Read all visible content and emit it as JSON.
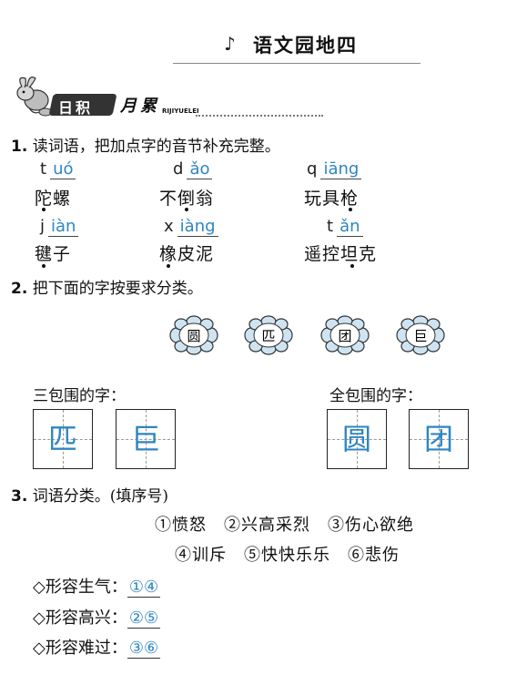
{
  "title": "语文园地四",
  "banner": {
    "main": "日积",
    "month": "月累",
    "pinyin": "RIJIYUELEI"
  },
  "q1": {
    "num": "1.",
    "text": "读词语，把加点字的音节补充完整。",
    "items": [
      {
        "initial": "t",
        "fill": "uó",
        "word": "陀螺"
      },
      {
        "initial": "d",
        "fill": "ǎo",
        "word": "不倒翁"
      },
      {
        "initial": "q",
        "fill": "iāng",
        "word": "玩具枪"
      },
      {
        "initial": "j",
        "fill": "iàn",
        "word": "毽子"
      },
      {
        "initial": "x",
        "fill": "iàng",
        "word": "橡皮泥"
      },
      {
        "initial": "t",
        "fill": "ǎn",
        "word": "遥控坦克"
      }
    ]
  },
  "q2": {
    "num": "2.",
    "text": "把下面的字按要求分类。",
    "chars": [
      "圆",
      "匹",
      "团",
      "巨"
    ],
    "group1_label": "三包围的字：",
    "group1": [
      "匹",
      "巨"
    ],
    "group2_label": "全包围的字：",
    "group2": [
      "圆",
      "团"
    ]
  },
  "q3": {
    "num": "3.",
    "text": "词语分类。(填序号)",
    "options_row1": "①愤怒　②兴高采烈　③伤心欲绝",
    "options_row2": "④训斥　⑤快快乐乐　⑥悲伤",
    "cats": [
      {
        "label": "◇形容生气：",
        "answer": "①④"
      },
      {
        "label": "◇形容高兴：",
        "answer": "②⑤"
      },
      {
        "label": "◇形容难过：",
        "answer": "③⑥"
      }
    ]
  },
  "colors": {
    "answer": "#2e86c1",
    "flower_fill": "#cfe4f2",
    "flower_stroke": "#333333"
  }
}
